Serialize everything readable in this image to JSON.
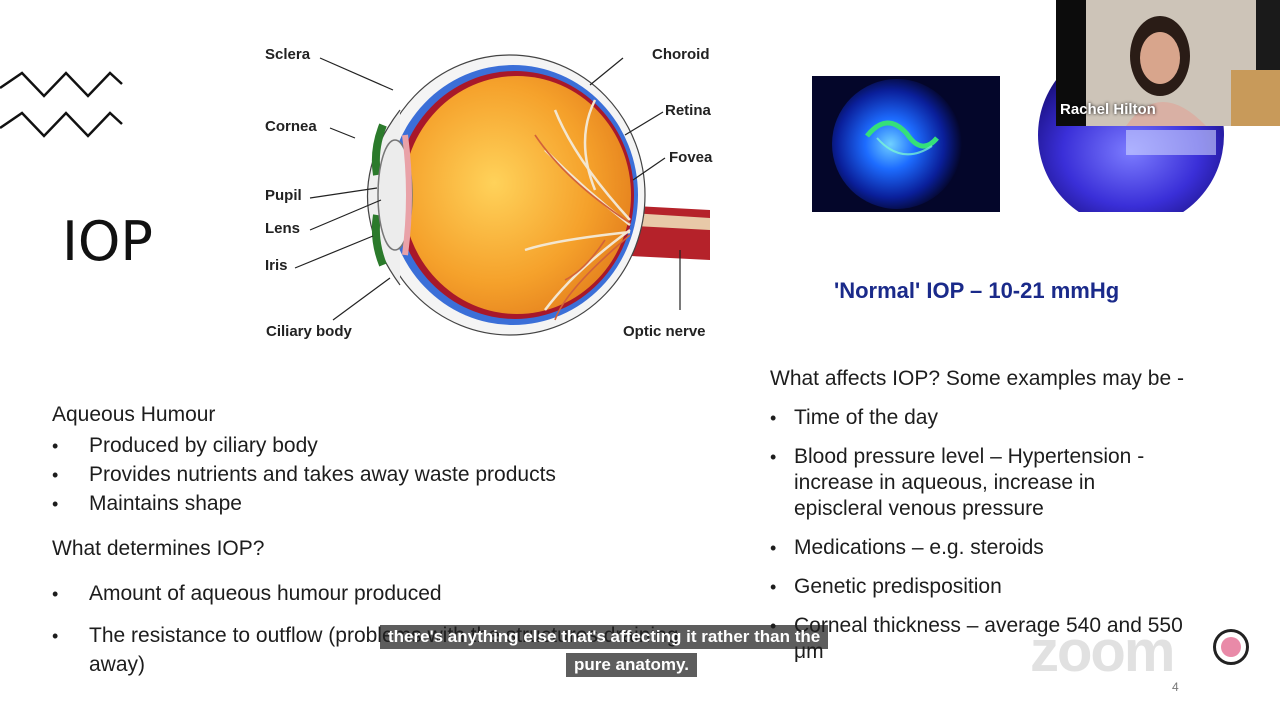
{
  "slide": {
    "title": "IOP",
    "page_number": "4",
    "diagram_labels": {
      "sclera": "Sclera",
      "cornea": "Cornea",
      "pupil": "Pupil",
      "lens": "Lens",
      "iris": "Iris",
      "ciliary_body": "Ciliary body",
      "choroid": "Choroid",
      "retina": "Retina",
      "fovea": "Fovea",
      "optic_nerve": "Optic nerve"
    },
    "normal_iop": "'Normal' IOP – 10-21 mmHg",
    "left": {
      "heading1": "Aqueous Humour",
      "bullets1": [
        "Produced by ciliary body",
        "Provides nutrients and takes away waste products",
        "Maintains shape"
      ],
      "heading2": "What determines IOP?",
      "bullets2": [
        "Amount of aqueous humour produced",
        "The resistance to outflow (problems with the structures draining",
        "away)"
      ]
    },
    "right": {
      "heading": "What affects IOP? Some examples may be -",
      "bullets": [
        "Time of the day",
        "Blood pressure level – Hypertension -",
        "increase in aqueous, increase in",
        "episcleral venous pressure",
        "Medications – e.g. steroids",
        "Genetic predisposition",
        "Corneal thickness – average 540 and 550",
        "μm"
      ]
    },
    "bullet_char": "•"
  },
  "video": {
    "speaker_name": "Rachel Hilton"
  },
  "captions": {
    "line1": "there's anything else that's affecting it rather than the",
    "line2": "pure anatomy."
  },
  "watermark": "zoom",
  "colors": {
    "iop_text": "#1a2a8a",
    "caption_bg": "#1e1e1e",
    "record_dot": "#e98aa8"
  }
}
